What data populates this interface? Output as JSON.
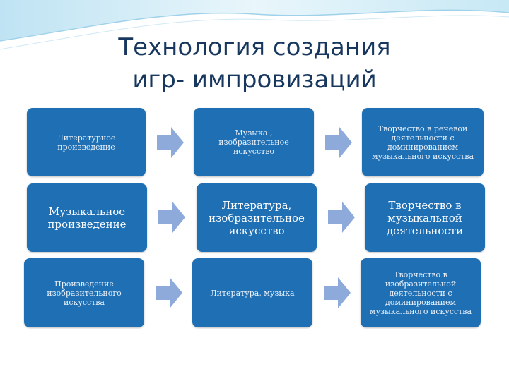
{
  "title": {
    "line1": "Технология создания",
    "line2": "игр- импровизаций"
  },
  "colors": {
    "box": "#1f6fb4",
    "arrow": "#8eaadb",
    "title": "#17375e"
  },
  "rows": [
    {
      "col1": "Литературное\nпроизведение",
      "col2": "Музыка ,\nизобразительное\nискусство",
      "col3": "Творчество в речевой\nдеятельности с\nдоминированием\nмузыкального искусства"
    },
    {
      "col1": "Музыкальное\nпроизведение",
      "col2": "Литература,\nизобразительное\nискусство",
      "col3": "Творчество в\nмузыкальной\nдеятельности"
    },
    {
      "col1": "Произведение\nизобразительного\nискусства",
      "col2": "Литература, музыка",
      "col3": "Творчество в\nизобразительной\nдеятельности с\nдоминированием\nмузыкального искусства"
    }
  ]
}
